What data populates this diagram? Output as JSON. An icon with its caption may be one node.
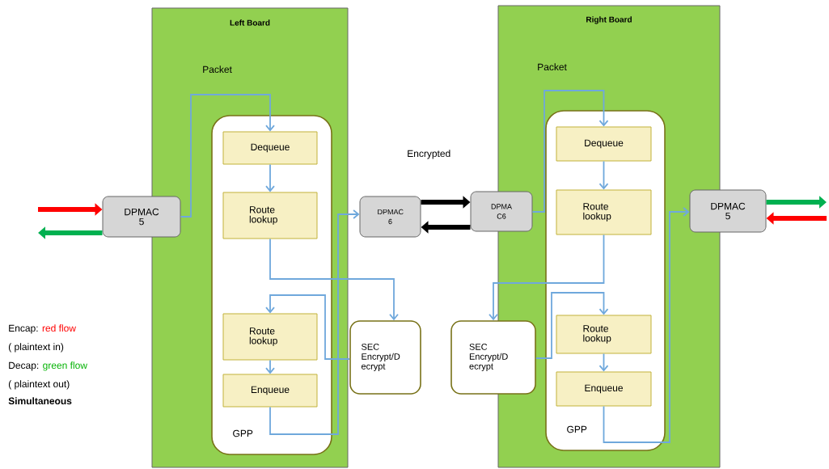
{
  "diagram": {
    "nodes": [
      {
        "text": [
          "Left Board"
        ]
      },
      {
        "text": [
          "GPP"
        ],
        "in": 0
      },
      {
        "text": [
          "Dequeue"
        ],
        "in": 1
      },
      {
        "text": [
          "Route lookup"
        ],
        "in": 1
      },
      {
        "text": [
          "Route lookup"
        ],
        "in": 1
      },
      {
        "text": [
          "Enqueue"
        ],
        "in": 1
      },
      {
        "text": [
          "DPMAC 5"
        ]
      },
      {
        "text": [
          "DPMAC 6"
        ]
      },
      {
        "text": [
          "SEC Encrypt/D ecrypt"
        ]
      },
      {
        "text": [
          "Right Board"
        ]
      },
      {
        "text": [
          "GPP"
        ],
        "in": 9
      },
      {
        "text": [
          "Dequeue"
        ],
        "in": 10
      },
      {
        "text": [
          "Route lookup"
        ],
        "in": 10
      },
      {
        "text": [
          "Route lookup"
        ],
        "in": 10
      },
      {
        "text": [
          "Enqueue"
        ],
        "in": 10
      },
      {
        "text": [
          "DPMA C6"
        ]
      },
      {
        "text": [
          "SEC Encrypt/D ecrypt"
        ]
      },
      {
        "text": [
          "DPMAC 5"
        ]
      }
    ],
    "edges": [
      {
        "from": null,
        "to": 6,
        "arrow": "to",
        "style": "thick",
        "color": "#ff0000"
      },
      {
        "from": 6,
        "to": null,
        "arrow": "to",
        "style": "thick",
        "color": "#00b050"
      },
      {
        "from": 6,
        "to": 2,
        "arrow": "to"
      },
      {
        "from": 2,
        "to": 3,
        "arrow": "to"
      },
      {
        "from": 3,
        "to": 8,
        "arrow": "to"
      },
      {
        "from": 8,
        "to": 4,
        "arrow": "to"
      },
      {
        "from": 4,
        "to": 5,
        "arrow": "to"
      },
      {
        "from": 5,
        "to": 7,
        "arrow": "to"
      },
      {
        "from": 7,
        "to": 15,
        "arrow": "to",
        "style": "thick",
        "color": "#000000"
      },
      {
        "from": 15,
        "to": 7,
        "arrow": "to",
        "style": "thick",
        "color": "#000000"
      },
      {
        "from": 15,
        "to": 11,
        "arrow": "to"
      },
      {
        "from": 11,
        "to": 12,
        "arrow": "to"
      },
      {
        "from": 12,
        "to": 16,
        "arrow": "to"
      },
      {
        "from": 16,
        "to": 13,
        "arrow": "to"
      },
      {
        "from": 13,
        "to": 14,
        "arrow": "to"
      },
      {
        "from": 14,
        "to": 17,
        "arrow": "to"
      },
      {
        "from": 17,
        "to": null,
        "arrow": "to",
        "style": "thick",
        "color": "#00b050"
      },
      {
        "from": null,
        "to": 17,
        "arrow": "to",
        "style": "thick",
        "color": "#ff0000"
      }
    ],
    "labels": [
      "Packet",
      "Packet",
      "Encrypted",
      "Encap:",
      "red flow",
      "( plaintext in)",
      "Decap:",
      "green flow",
      "( plaintext out)",
      "Simultaneous"
    ]
  }
}
